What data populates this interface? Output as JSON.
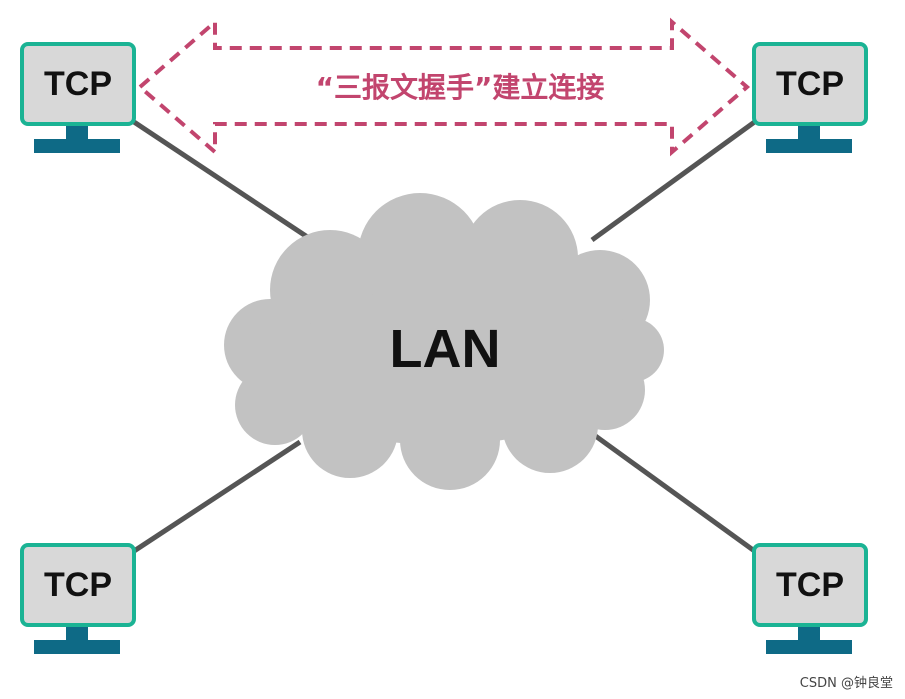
{
  "nodes": [
    {
      "id": "top-left",
      "label": "TCP"
    },
    {
      "id": "top-right",
      "label": "TCP"
    },
    {
      "id": "bottom-left",
      "label": "TCP"
    },
    {
      "id": "bottom-right",
      "label": "TCP"
    }
  ],
  "cloud": {
    "label": "LAN"
  },
  "connection": {
    "label": "“三报文握手”建立连接"
  },
  "watermark": "CSDN @钟良堂",
  "colors": {
    "monitor_border": "#1bb394",
    "monitor_screen": "#d8d8d8",
    "monitor_stand": "#0e6a86",
    "cloud": "#c2c2c2",
    "link_line": "#555555",
    "arrow": "#c2456e"
  },
  "icons": {
    "computer": "computer-icon",
    "cloud": "cloud-icon",
    "arrow": "double-arrow-icon"
  }
}
